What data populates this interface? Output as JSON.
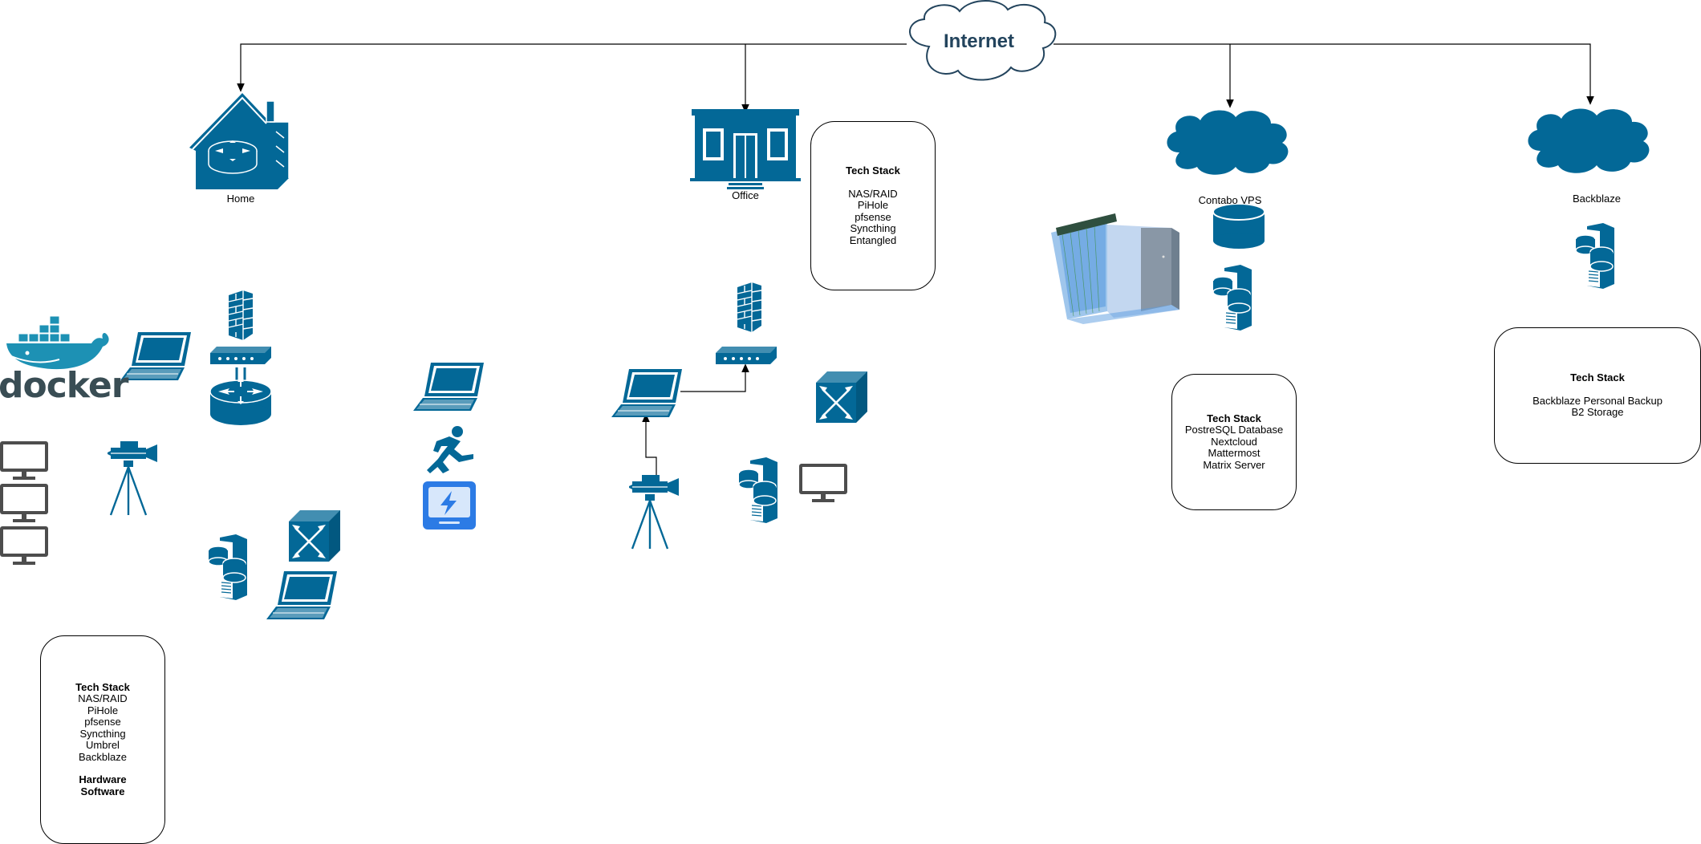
{
  "internet": {
    "label": "Internet"
  },
  "locations": {
    "home": "Home",
    "office": "Office",
    "contabo": "Contabo VPS",
    "backblaze": "Backblaze"
  },
  "tech_boxes": {
    "office": {
      "title": "Tech Stack",
      "items": [
        "NAS/RAID",
        "PiHole",
        "pfsense",
        "Syncthing",
        "Entangled"
      ]
    },
    "contabo": {
      "title": "Tech Stack",
      "items": [
        "PostreSQL Database",
        "Nextcloud",
        "Mattermost",
        "Matrix Server"
      ]
    },
    "backblaze": {
      "title": "Tech Stack",
      "items": [
        "Backblaze Personal Backup",
        "B2 Storage"
      ]
    },
    "home": {
      "title": "Tech Stack",
      "items": [
        "NAS/RAID",
        "PiHole",
        "pfsense",
        "Syncthing",
        "Umbrel",
        "Backblaze"
      ],
      "footer": [
        "Hardware",
        "Software"
      ]
    }
  },
  "docker": {
    "wordmark": "docker"
  },
  "colors": {
    "icon": "#036897",
    "cloud_outline": "#23445d",
    "monitor": "#4d4d4d",
    "drive": "#2c7be5"
  }
}
